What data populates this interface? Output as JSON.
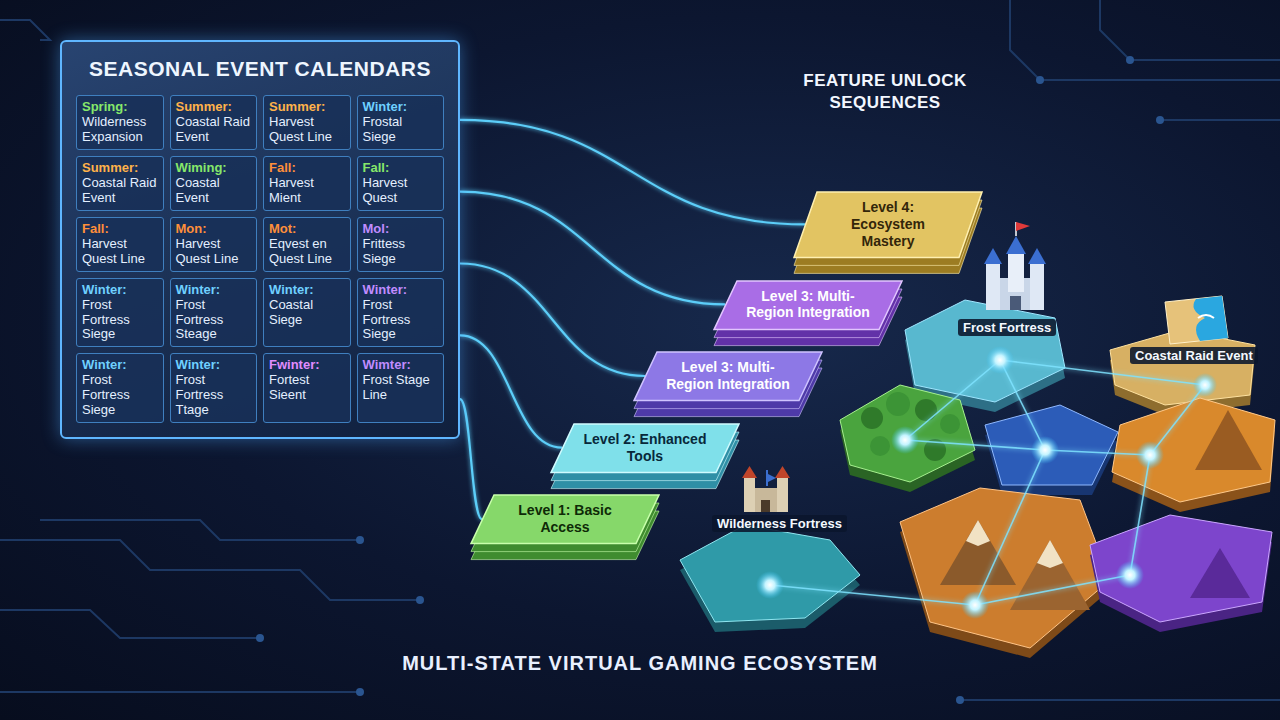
{
  "diagram": {
    "caption": "MULTI-STATE VIRTUAL GAMING ECOSYSTEM",
    "nodes": [
      {
        "text": [
          "SEASONAL EVENT CALENDARS"
        ]
      },
      {
        "text": [
          "Spring:",
          "Wilderness Expansion"
        ],
        "in": 0
      },
      {
        "text": [
          "Summer:",
          "Coastal Raid Event"
        ],
        "in": 0
      },
      {
        "text": [
          "Summer:",
          "Harvest Quest Line"
        ],
        "in": 0
      },
      {
        "text": [
          "Winter:",
          "Frostal Siege"
        ],
        "in": 0
      },
      {
        "text": [
          "Summer:",
          "Coastal Raid Event"
        ],
        "in": 0
      },
      {
        "text": [
          "Wiming:",
          "Coastal Event"
        ],
        "in": 0
      },
      {
        "text": [
          "Fall:",
          "Harvest Mient"
        ],
        "in": 0
      },
      {
        "text": [
          "Fall:",
          "Harvest Quest"
        ],
        "in": 0
      },
      {
        "text": [
          "Fall:",
          "Harvest Quest Line"
        ],
        "in": 0
      },
      {
        "text": [
          "Mon:",
          "Harvest Quest Line"
        ],
        "in": 0
      },
      {
        "text": [
          "Mot:",
          "Eqvest en Quest Line"
        ],
        "in": 0
      },
      {
        "text": [
          "Mol:",
          "Frittess Siege"
        ],
        "in": 0
      },
      {
        "text": [
          "Winter:",
          "Frost Fortress Siege"
        ],
        "in": 0
      },
      {
        "text": [
          "Winter:",
          "Frost Fortress Steage"
        ],
        "in": 0
      },
      {
        "text": [
          "Winter:",
          "Coastal Siege"
        ],
        "in": 0
      },
      {
        "text": [
          "Winter:",
          "Frost Fortress Siege"
        ],
        "in": 0
      },
      {
        "text": [
          "Winter:",
          "Frost Fortress Siege"
        ],
        "in": 0
      },
      {
        "text": [
          "Winter:",
          "Frost Fortress Ttage"
        ],
        "in": 0
      },
      {
        "text": [
          "Fwinter:",
          "Fortest Sieent"
        ],
        "in": 0
      },
      {
        "text": [
          "Wimter:",
          "Frost Stage Line"
        ],
        "in": 0
      },
      {
        "text": [
          "Level 1: Basic Access"
        ]
      },
      {
        "text": [
          "Level 2: Enhanced Tools"
        ]
      },
      {
        "text": [
          "Level 3: Multi-Region Integration"
        ]
      },
      {
        "text": [
          "Level 3: Multi-Region Integration"
        ]
      },
      {
        "text": [
          "Level 4: Ecosystem Mastery"
        ]
      }
    ],
    "edges": [
      {
        "from": 0,
        "to": 21,
        "arrow": "none"
      },
      {
        "from": 0,
        "to": 22,
        "arrow": "none"
      },
      {
        "from": 0,
        "to": 23,
        "arrow": "none"
      },
      {
        "from": 0,
        "to": 24,
        "arrow": "none"
      },
      {
        "from": 0,
        "to": 25,
        "arrow": "none"
      }
    ],
    "labels": [
      "FEATURE UNLOCK SEQUENCES",
      "Frost Fortress",
      "Coastal Raid Event",
      "Wilderness Fortress"
    ]
  }
}
